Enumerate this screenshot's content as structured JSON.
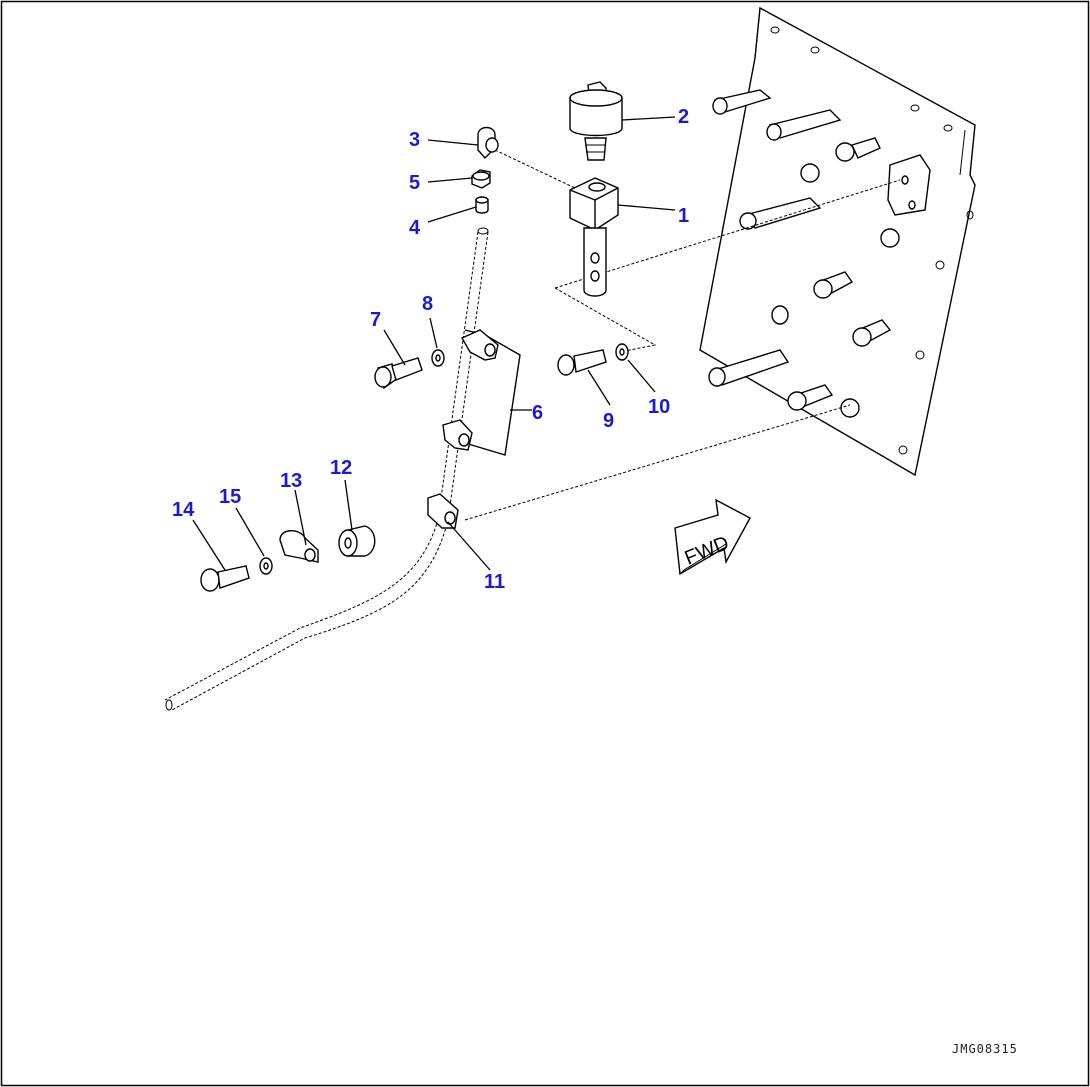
{
  "callouts": [
    {
      "id": "1",
      "label": "1"
    },
    {
      "id": "2",
      "label": "2"
    },
    {
      "id": "3",
      "label": "3"
    },
    {
      "id": "4",
      "label": "4"
    },
    {
      "id": "5",
      "label": "5"
    },
    {
      "id": "6",
      "label": "6"
    },
    {
      "id": "7",
      "label": "7"
    },
    {
      "id": "8",
      "label": "8"
    },
    {
      "id": "9",
      "label": "9"
    },
    {
      "id": "10",
      "label": "10"
    },
    {
      "id": "11",
      "label": "11"
    },
    {
      "id": "12",
      "label": "12"
    },
    {
      "id": "13",
      "label": "13"
    },
    {
      "id": "14",
      "label": "14"
    },
    {
      "id": "15",
      "label": "15"
    }
  ],
  "direction_arrow": {
    "label": "FWD"
  },
  "drawing_code": "JMG08315",
  "colors": {
    "callout": "#1a1ad6",
    "line": "#000000"
  }
}
